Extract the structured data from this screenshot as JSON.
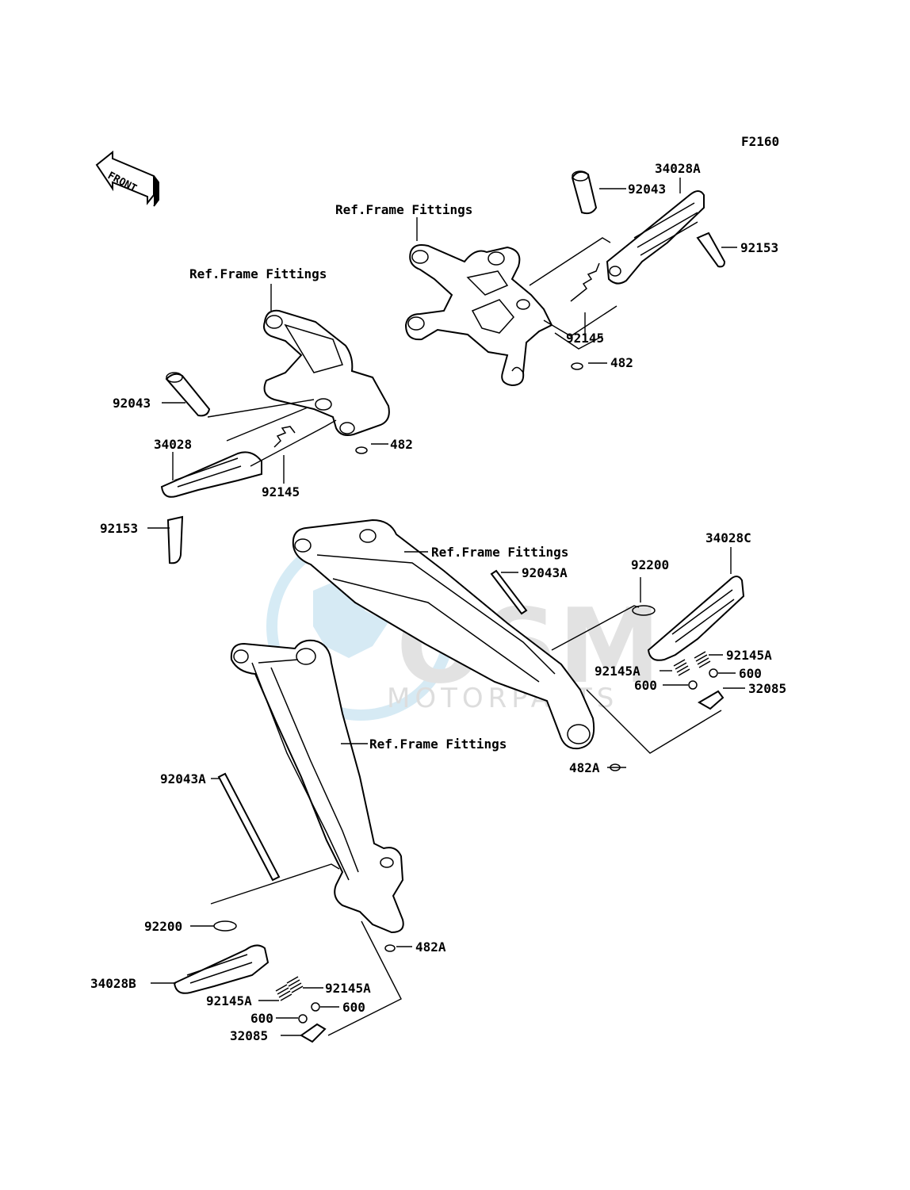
{
  "figure_code": "F2160",
  "front_badge": "FRONT",
  "watermark": {
    "brand": "OSM",
    "sub": "MOTORPARTS",
    "color": "#cfe7f3"
  },
  "labels": {
    "ref_frame_1": "Ref.Frame Fittings",
    "ref_frame_2": "Ref.Frame Fittings",
    "ref_frame_3": "Ref.Frame Fittings",
    "ref_frame_4": "Ref.Frame Fittings",
    "p92043_upper": "92043",
    "p34028A": "34028A",
    "p92153_upper": "92153",
    "p92145_upper": "92145",
    "p482_upper": "482",
    "p92043_left": "92043",
    "p34028": "34028",
    "p92145_left": "92145",
    "p482_left": "482",
    "p92153_left": "92153",
    "p92043A_mid": "92043A",
    "p92200_right": "92200",
    "p34028C": "34028C",
    "p92145A_right1": "92145A",
    "p92145A_right2": "92145A",
    "p600_right1": "600",
    "p600_right2": "600",
    "p32085_right": "32085",
    "p482A_right": "482A",
    "p92043A_left": "92043A",
    "p92200_bottom": "92200",
    "p482A_bottom": "482A",
    "p34028B": "34028B",
    "p92145A_b1": "92145A",
    "p92145A_b2": "92145A",
    "p600_b1": "600",
    "p600_b2": "600",
    "p32085_bottom": "32085"
  }
}
